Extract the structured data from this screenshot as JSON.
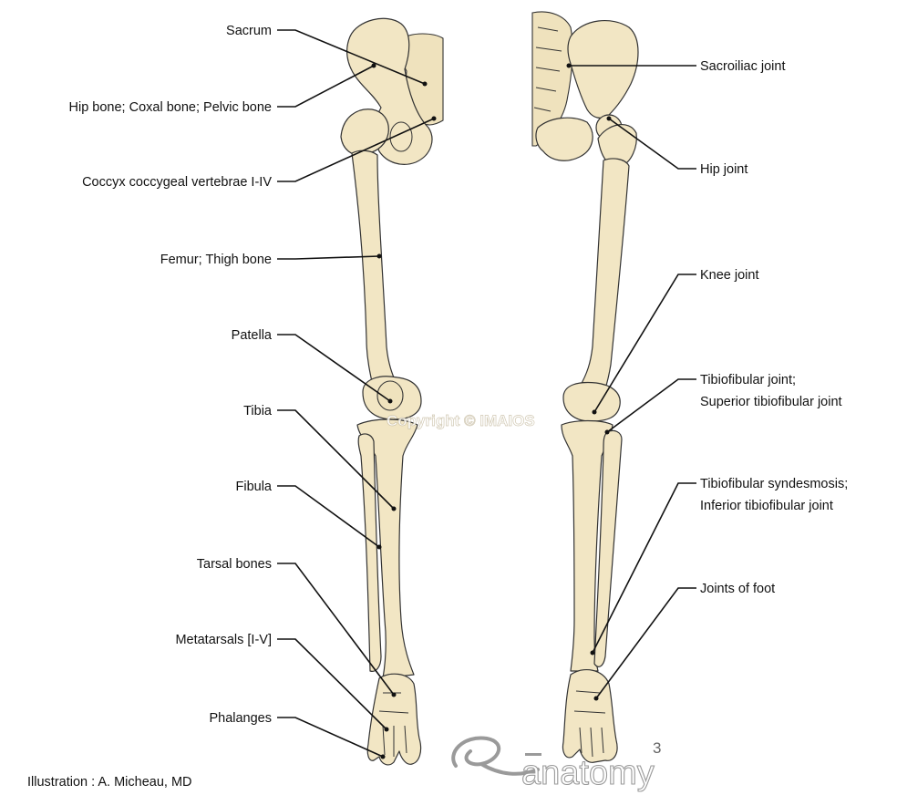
{
  "labels_left": [
    "Sacrum",
    "Hip bone; Coxal bone; Pelvic bone",
    "Coccyx coccygeal vertebrae I-IV",
    "Femur; Thigh bone",
    "Patella",
    "Tibia",
    "Fibula",
    "Tarsal bones",
    "Metatarsals [I-V]",
    "Phalanges"
  ],
  "labels_right": [
    {
      "lines": [
        "Sacroiliac joint"
      ]
    },
    {
      "lines": [
        "Hip joint"
      ]
    },
    {
      "lines": [
        "Knee joint"
      ]
    },
    {
      "lines": [
        "Tibiofibular joint;",
        "Superior tibiofibular joint"
      ]
    },
    {
      "lines": [
        "Tibiofibular syndesmosis;",
        "Inferior tibiofibular joint"
      ]
    },
    {
      "lines": [
        "Joints of foot"
      ]
    }
  ],
  "watermark": "Copyright © IMAIOS",
  "credit": "Illustration : A. Micheau, MD",
  "logo": {
    "wordmark": "anatomy",
    "superscript": "3",
    "icon": "e-script-logo"
  }
}
